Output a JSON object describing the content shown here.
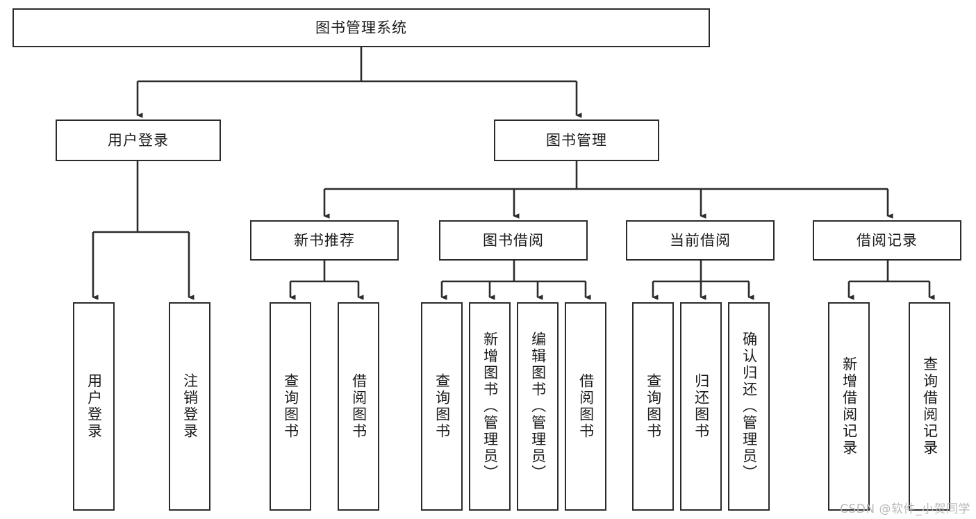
{
  "diagram": {
    "title": "图书管理系统",
    "type": "tree",
    "root": {
      "label": "图书管理系统"
    },
    "level2": [
      {
        "label": "用户登录"
      },
      {
        "label": "图书管理"
      }
    ],
    "level3": [
      {
        "label": "新书推荐"
      },
      {
        "label": "图书借阅"
      },
      {
        "label": "当前借阅"
      },
      {
        "label": "借阅记录"
      }
    ],
    "leaves": {
      "user_login": [
        {
          "label": "用户登录"
        },
        {
          "label": "注销登录"
        }
      ],
      "new_book_recommend": [
        {
          "label": "查询图书"
        },
        {
          "label": "借阅图书"
        }
      ],
      "book_borrow": [
        {
          "label": "查询图书"
        },
        {
          "label": "新增图书（管理员）"
        },
        {
          "label": "编辑图书（管理员）"
        },
        {
          "label": "借阅图书"
        }
      ],
      "current_borrow": [
        {
          "label": "查询图书"
        },
        {
          "label": "归还图书"
        },
        {
          "label": "确认归还（管理员）"
        }
      ],
      "borrow_record": [
        {
          "label": "新增借阅记录"
        },
        {
          "label": "查询借阅记录"
        }
      ]
    }
  },
  "watermark": {
    "text": "CSDN @软件_小贺同学"
  },
  "colors": {
    "stroke": "#2b2b2b",
    "background": "#ffffff",
    "text": "#1b1b1b",
    "watermark": "#b8b8b8"
  }
}
